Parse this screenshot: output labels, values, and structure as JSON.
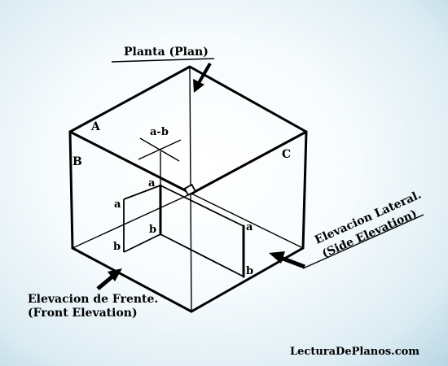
{
  "labels": {
    "plan": "Planta (Plan)",
    "A": "A",
    "B": "B",
    "C": "C",
    "ab": "a-b",
    "a1": "a",
    "a2": "a",
    "b1": "b",
    "b2": "b",
    "a3": "a",
    "b3": "b",
    "side_line1": "Elevacion Lateral.",
    "side_line2": "(Side Elevation)",
    "front_line1": "Elevacion de Frente.",
    "front_line2": "(Front Elevation)",
    "watermark": "LecturaDePlanos.com"
  }
}
